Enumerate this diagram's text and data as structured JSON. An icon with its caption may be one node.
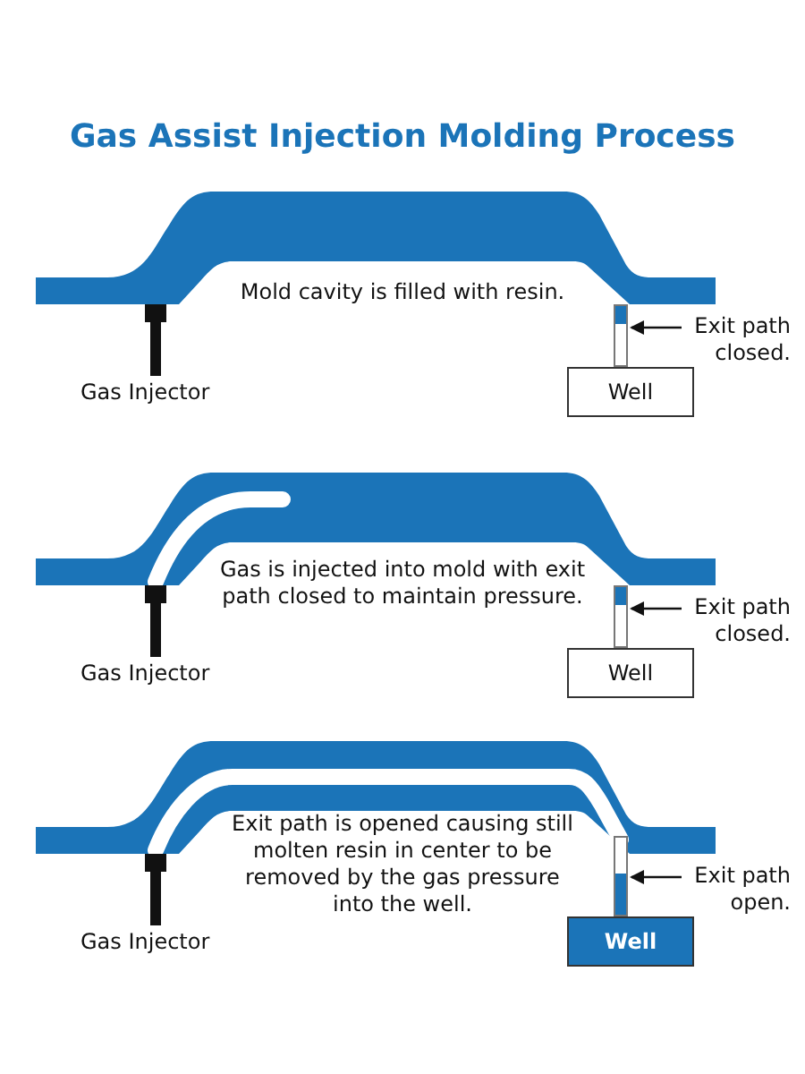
{
  "diagram": {
    "title": "Gas Assist Injection Molding Process",
    "nodes": [
      {
        "text": [
          "Well"
        ]
      },
      {
        "text": [
          "Exit path closed."
        ]
      },
      {
        "text": [],
        "shape": "bar"
      },
      {
        "text": [
          "Well"
        ]
      },
      {
        "text": [
          "Exit path closed."
        ]
      },
      {
        "text": [],
        "shape": "bar"
      },
      {
        "text": [
          "Well"
        ]
      },
      {
        "text": [
          "Exit path open."
        ]
      },
      {
        "text": [],
        "shape": "bar"
      }
    ],
    "edges": [
      {
        "from": 1,
        "to": 2,
        "arrow": "to"
      },
      {
        "from": 4,
        "to": 5,
        "arrow": "to"
      },
      {
        "from": 7,
        "to": 8,
        "arrow": "to"
      }
    ],
    "labels": [
      "Mold cavity is filled with resin.",
      "Gas Injector",
      "Gas is injected into mold with exit path closed to maintain pressure.",
      "Gas Injector",
      "Exit path is opened causing still molten resin in center to be removed by the gas pressure into the well.",
      "Gas Injector"
    ]
  }
}
